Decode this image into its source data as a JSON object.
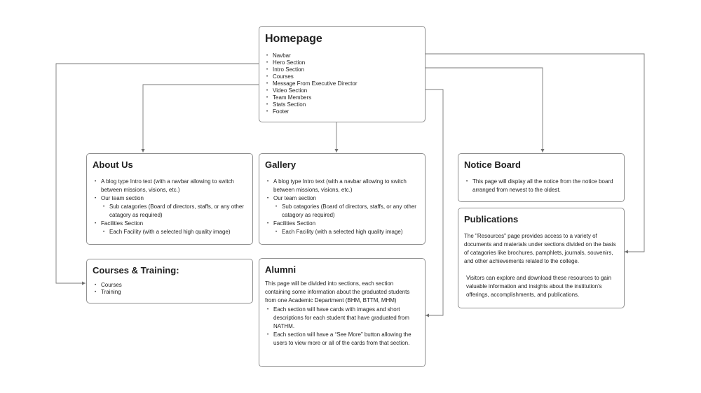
{
  "homepage": {
    "title": "Homepage",
    "items": [
      "Navbar",
      "Hero Section",
      "Intro Section",
      "Courses",
      "Message From Executive Director",
      "Video Section",
      "Team Members",
      "Stats Section",
      "Footer"
    ]
  },
  "about": {
    "title": "About Us",
    "items": [
      {
        "text": "A blog type Intro text (with a navbar allowing to switch between missions, visions, etc.)",
        "level": 1
      },
      {
        "text": "Our team section",
        "level": 1
      },
      {
        "text": "Sub catagories (Board of directors, staffs, or any other catagory as required)",
        "level": 2
      },
      {
        "text": "Facilities Section",
        "level": 1
      },
      {
        "text": "Each Facility (with a selected high quality image)",
        "level": 2
      }
    ]
  },
  "gallery": {
    "title": "Gallery",
    "items": [
      {
        "text": "A blog type Intro text (with a navbar allowing to switch between missions, visions, etc.)",
        "level": 1
      },
      {
        "text": "Our team section",
        "level": 1
      },
      {
        "text": "Sub catagories (Board of directors, staffs, or any other catagory as required)",
        "level": 2
      },
      {
        "text": "Facilities Section",
        "level": 1
      },
      {
        "text": "Each Facility (with a selected high quality image)",
        "level": 2
      }
    ]
  },
  "courses": {
    "title": "Courses & Training:",
    "items": [
      "Courses",
      "Training"
    ]
  },
  "alumni": {
    "title": "Alumni",
    "intro": "This page will be divided into sections, each section containing some information about the graduated students from one Academic Department (BHM, BTTM, MHM)",
    "items": [
      "Each section will have cards with images and short descriptions for each student that have graduated from NATHM.",
      "Each section will have a “See More” button allowing the users to view more or all of the cards from that section."
    ]
  },
  "notice": {
    "title": "Notice Board",
    "items": [
      "This page will display all the notice from the notice board arranged from newest to the oldest."
    ]
  },
  "publications": {
    "title": "Publications",
    "para1": "The \"Resources\" page provides access to a variety of documents and materials under sections divided on the basis of catagories like brochures, pamphlets, journals, souvenirs, and other achievements related to the college.",
    "para2": "Visitors can explore and download these resources to gain valuable information and insights about the institution's offerings, accomplishments, and publications."
  },
  "colors": {
    "line": "#7a7a7a",
    "border": "#8f8f8f",
    "text": "#1f1f1f"
  }
}
